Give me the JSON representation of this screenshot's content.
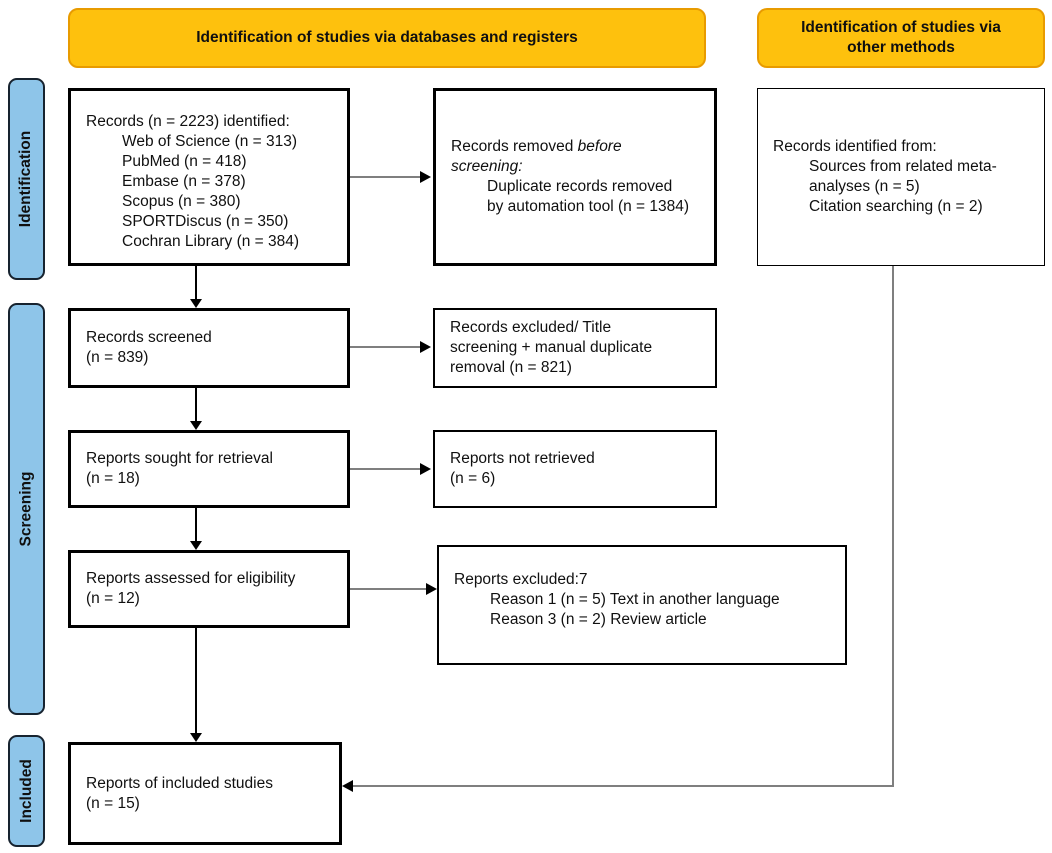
{
  "colors": {
    "banner_fill": "#FEC10D",
    "banner_border": "#E89B00",
    "stage_fill": "#8EC5E9",
    "stage_border": "#17232F",
    "connector_gray": "#7F7F7F",
    "connector_black": "#000000"
  },
  "banners": {
    "databases": "Identification of studies via databases and registers",
    "other_line1": "Identification of studies via",
    "other_line2": "other methods"
  },
  "stages": {
    "identification": "Identification",
    "screening": "Screening",
    "included": "Included"
  },
  "boxes": {
    "records_identified": {
      "title": "Records (n = 2223) identified:",
      "items": [
        "Web of Science (n = 313)",
        "PubMed (n = 418)",
        "Embase (n = 378)",
        "Scopus (n = 380)",
        "SPORTDiscus (n = 350)",
        "Cochran Library (n = 384)"
      ]
    },
    "records_removed": {
      "intro_normal": "Records removed ",
      "intro_italic1": "before",
      "intro_italic2": "screening:",
      "detail_1": "Duplicate records removed",
      "detail_2": "by automation tool (n = 1384)"
    },
    "records_from_other": {
      "title": "Records identified from:",
      "line1": "Sources from related meta-",
      "line2": "analyses (n = 5)",
      "line3": "Citation searching (n = 2)"
    },
    "records_screened": {
      "line1": "Records screened",
      "line2": "(n = 839)"
    },
    "records_excluded": {
      "line1": "Records excluded/ Title",
      "line2": "screening + manual duplicate",
      "line3": "removal (n = 821)"
    },
    "reports_sought": {
      "line1": "Reports sought for retrieval",
      "line2": "(n = 18)"
    },
    "reports_not_retrieved": {
      "line1": "Reports not retrieved",
      "line2": "(n = 6)"
    },
    "reports_assessed": {
      "line1": "Reports assessed for eligibility",
      "line2": "(n = 12)"
    },
    "reports_excluded": {
      "title": "Reports excluded:7",
      "reason1": "Reason 1 (n = 5) Text in another language",
      "reason2": "Reason 3 (n = 2) Review article"
    },
    "reports_included": {
      "line1": "Reports of included studies",
      "line2": "(n = 15)"
    }
  }
}
